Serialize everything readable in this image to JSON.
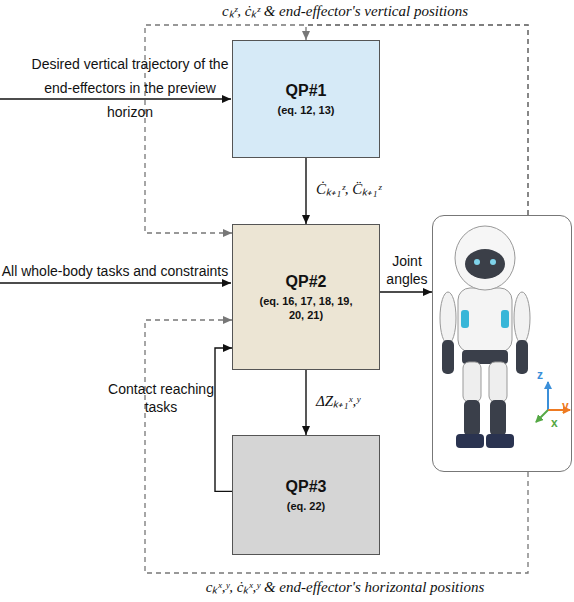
{
  "diagram": {
    "nodes": [
      {
        "text": [
          "QP#1",
          "(eq. 12, 13)"
        ]
      },
      {
        "text": [
          "QP#2",
          "(eq. 16, 17, 18, 19, 20, 21)"
        ]
      },
      {
        "text": [
          "QP#3",
          "(eq. 22)"
        ]
      },
      {
        "text": [
          "z",
          "y",
          "x"
        ]
      }
    ],
    "edges": [
      {
        "from": 0,
        "to": 1,
        "arrow": "to",
        "label": "Ċₖ₊₁ᶻ, C̈ₖ₊₁ᶻ"
      },
      {
        "from": 1,
        "to": 3,
        "arrow": "to",
        "label": "Joint angles"
      },
      {
        "from": 1,
        "to": 2,
        "arrow": "to",
        "label": "ΔZₖ₊₁ˣ,ʸ"
      },
      {
        "from": 2,
        "to": 1,
        "arrow": "to",
        "label": "Contact reaching tasks"
      },
      {
        "from": 3,
        "to": 0,
        "arrow": "to"
      },
      {
        "from": 3,
        "to": 1,
        "arrow": "to"
      },
      {
        "from": 3,
        "to": 1,
        "arrow": "to"
      }
    ],
    "labels": [
      "cₖᶻ, ċₖᶻ & end-effector's vertical positions",
      "Desired vertical trajectory of the end-effectors in the preview horizon",
      "All whole-body tasks and constraints",
      "cₖˣ,ʸ, ċₖˣ,ʸ & end-effector's horizontal positions"
    ]
  }
}
